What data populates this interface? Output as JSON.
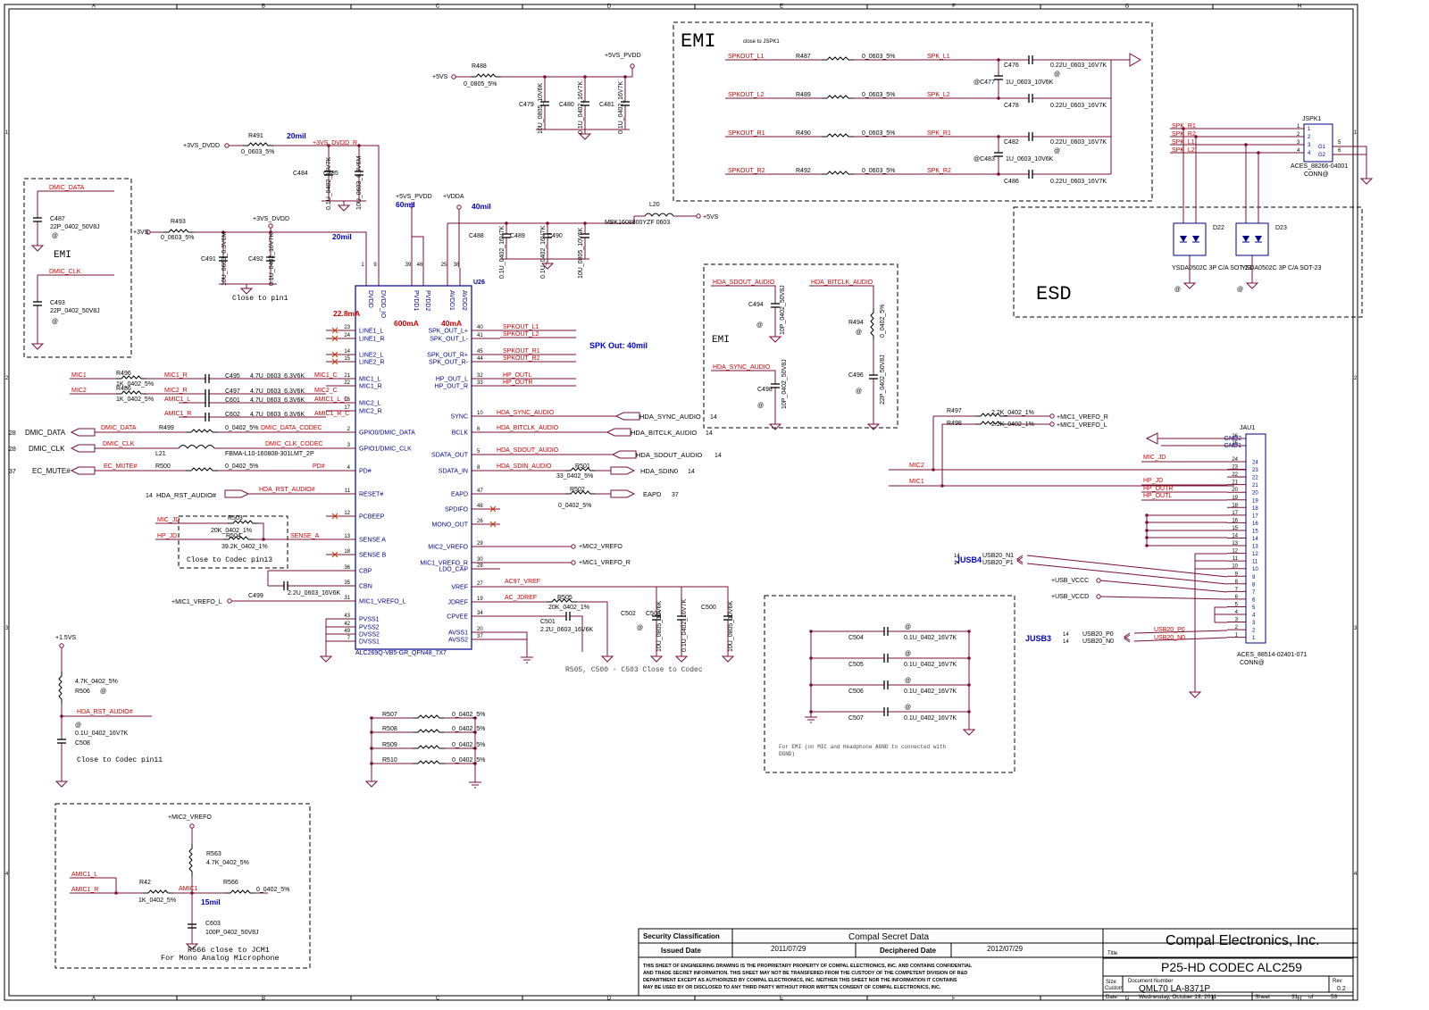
{
  "frame": {
    "columns": [
      "A",
      "B",
      "C",
      "D",
      "E",
      "F",
      "G",
      "H"
    ],
    "rows": [
      "1",
      "2",
      "3",
      "4"
    ]
  },
  "colors": {
    "wire": "#7a1030",
    "pin": "#00008b",
    "net": "#cc0000",
    "note": "#0000cc",
    "dash": "#000000"
  },
  "boxes": {
    "emi_top": {
      "title": "EMI",
      "note": "close to JSPK1"
    },
    "emi_left": {
      "title": "EMI"
    },
    "esd": {
      "title": "ESD"
    },
    "emi_mid": {
      "title": "EMI"
    }
  },
  "power": {
    "r488": {
      "ref": "R488",
      "val": "0_0805_5%",
      "in": "+5VS",
      "out": "+5VS_PVDD"
    },
    "r491": {
      "ref": "R491",
      "val": "0_0603_5%",
      "in": "+3VS_DVDD",
      "out": "+3VS_DVDD_R",
      "width": "20mil"
    },
    "r493": {
      "ref": "R493",
      "val": "0_0603_5%",
      "in": "+3VS",
      "out": "+3VS_DVDD",
      "width": "20mil"
    },
    "l20": {
      "ref": "L20",
      "val": "MBK1608800YZF 0603",
      "out": "+5VS",
      "width": "40mil"
    },
    "pvdd": {
      "label": "+5VS_PVDD",
      "width": "60mil"
    },
    "vdda": {
      "label": "+VDDA"
    },
    "caps_5v": [
      {
        "ref": "C479",
        "val": "10U_0805_10V6K"
      },
      {
        "ref": "C480",
        "val": "0.1U_0402_16V7K"
      },
      {
        "ref": "C481",
        "val": "0.1U_0402_16V7K"
      }
    ],
    "caps_dvdd": [
      {
        "ref": "C484",
        "val": "0.1U_0402_16V7K"
      },
      {
        "ref": "C485",
        "val": "10U_0603_6.3V6M"
      }
    ],
    "caps_3v": [
      {
        "ref": "C491",
        "val": "10U_0603_6.3V6M"
      },
      {
        "ref": "C492",
        "val": "0.1U_0402_16V7K"
      }
    ],
    "caps_vdda": [
      {
        "ref": "C488",
        "val": "0.1U_0402_16V7K"
      },
      {
        "ref": "C489",
        "val": "0.1U_0402_16V7K"
      },
      {
        "ref": "C490",
        "val": "10U_0805_10V6K"
      }
    ],
    "close_pin1": "Close to pin1"
  },
  "dmic": {
    "data": {
      "net": "DMIC_DATA",
      "cap_ref": "C487",
      "cap_val": "22P_0402_50V8J"
    },
    "clk": {
      "net": "DMIC_CLK",
      "cap_ref": "C493",
      "cap_val": "22P_0402_50V8J"
    },
    "at": "@"
  },
  "spk": {
    "rows": [
      {
        "in": "SPKOUT_L1",
        "ref": "R487",
        "val": "0_0603_5%",
        "out": "SPK_L1",
        "cap_ref": "C476",
        "cap_val": "0.22U_0603_16V7K"
      },
      {
        "in": "SPKOUT_L2",
        "ref": "R489",
        "val": "0_0603_5%",
        "out": "SPK_L2",
        "cap_ref": "C478",
        "cap_val": "0.22U_0603_16V7K"
      },
      {
        "in": "SPKOUT_R1",
        "ref": "R490",
        "val": "0_0603_5%",
        "out": "SPK_R1",
        "cap_ref": "C482",
        "cap_val": "0.22U_0603_16V7K"
      },
      {
        "in": "SPKOUT_R2",
        "ref": "R492",
        "val": "0_0603_5%",
        "out": "SPK_R2",
        "cap_ref": "C486",
        "cap_val": "0.22U_0603_16V7K"
      }
    ],
    "mid_caps": [
      {
        "ref": "@C477",
        "val": "1U_0603_10V6K"
      },
      {
        "ref": "@C483",
        "val": "1U_0603_10V6K"
      }
    ]
  },
  "jspk": {
    "ref": "JSPK1",
    "nets": [
      "SPK_R1",
      "SPK_R2",
      "SPK_L1",
      "SPK_L2"
    ],
    "pins": [
      "1",
      "2",
      "3",
      "4"
    ],
    "g": [
      "G1",
      "G2"
    ],
    "gpins": [
      "5",
      "6"
    ],
    "part": "ACES_88266-04001",
    "conn": "CONN@"
  },
  "esd": {
    "d22": {
      "ref": "D22",
      "part": "YSDA0502C 3P C/A SOT-23"
    },
    "d23": {
      "ref": "D23",
      "part": "YSDA0502C 3P C/A SOT-23"
    }
  },
  "codec": {
    "ref": "U26",
    "part": "ALC269Q-VB5-GR_QFN48_7X7",
    "top_pins": [
      {
        "name": "DVDD",
        "num": "1"
      },
      {
        "name": "DVDD_IO",
        "num": "9"
      },
      {
        "name": "PVDD1",
        "num": "39"
      },
      {
        "name": "PVDD2",
        "num": "46"
      },
      {
        "name": "AVDD1",
        "num": "25"
      },
      {
        "name": "AVDD2",
        "num": "38"
      }
    ],
    "currents": {
      "dvdd": "22.8mA",
      "pvdd": "600mA",
      "avdd": "40mA"
    },
    "left_pins": [
      {
        "num": "23",
        "name": "LINE1_L"
      },
      {
        "num": "24",
        "name": "LINE1_R"
      },
      {
        "num": "14",
        "name": "LINE2_L"
      },
      {
        "num": "15",
        "name": "LINE2_R"
      },
      {
        "num": "21",
        "name": "MIC1_L"
      },
      {
        "num": "22",
        "name": "MIC1_R"
      },
      {
        "num": "16",
        "name": "MIC2_L"
      },
      {
        "num": "17",
        "name": "MIC2_R"
      },
      {
        "num": "2",
        "name": "GPIO0/DMIC_DATA"
      },
      {
        "num": "3",
        "name": "GPIO1/DMIC_CLK"
      },
      {
        "num": "4",
        "name": "PD#"
      },
      {
        "num": "11",
        "name": "RESET#"
      },
      {
        "num": "12",
        "name": "PCBEEP"
      },
      {
        "num": "13",
        "name": "SENSE A"
      },
      {
        "num": "18",
        "name": "SENSE B"
      },
      {
        "num": "36",
        "name": "CBP"
      },
      {
        "num": "35",
        "name": "CBN"
      },
      {
        "num": "31",
        "name": "MIC1_VREFO_L"
      },
      {
        "num": "43",
        "name": "PVSS1"
      },
      {
        "num": "42",
        "name": "PVSS2"
      },
      {
        "num": "49",
        "name": "DVSS2"
      },
      {
        "num": "7",
        "name": "DVSS1"
      }
    ],
    "right_pins": [
      {
        "num": "40",
        "name": "SPK_OUT_L+"
      },
      {
        "num": "41",
        "name": "SPK_OUT_L-"
      },
      {
        "num": "45",
        "name": "SPK_OUT_R+"
      },
      {
        "num": "44",
        "name": "SPK_OUT_R-"
      },
      {
        "num": "32",
        "name": "HP_OUT_L"
      },
      {
        "num": "33",
        "name": "HP_OUT_R"
      },
      {
        "num": "10",
        "name": "SYNC"
      },
      {
        "num": "6",
        "name": "BCLK"
      },
      {
        "num": "5",
        "name": "SDATA_OUT"
      },
      {
        "num": "8",
        "name": "SDATA_IN"
      },
      {
        "num": "47",
        "name": "EAPD"
      },
      {
        "num": "48",
        "name": "SPDIFO"
      },
      {
        "num": "26",
        "name": "MONO_OUT"
      },
      {
        "num": "29",
        "name": "MIC2_VREFO"
      },
      {
        "num": "30",
        "name": "MIC1_VREFO_R"
      },
      {
        "num": "28",
        "name": "LDO_CAP"
      },
      {
        "num": "27",
        "name": "VREF"
      },
      {
        "num": "19",
        "name": "JDREF"
      },
      {
        "num": "34",
        "name": "CPVEE"
      },
      {
        "num": "20",
        "name": "AVSS1"
      },
      {
        "num": "37",
        "name": "AVSS2"
      }
    ],
    "right_nets": [
      "SPKOUT_L1",
      "SPKOUT_L2",
      "SPKOUT_R1",
      "SPKOUT_R2",
      "HP_OUTL",
      "HP_OUTR"
    ],
    "spk_note": "SPK Out: 40mil"
  },
  "left_side": {
    "mic_rows": [
      {
        "in": "MIC1",
        "rref": "R496",
        "rval": "1K_0402_5%",
        "net": "MIC1_R",
        "cref": "C495",
        "cval": "4.7U_0603_6.3V6K",
        "out": "MIC1_C"
      },
      {
        "in": "MIC2",
        "rref": "R486",
        "rval": "1K_0402_5%",
        "net": "MIC2_R",
        "cref": "C497",
        "cval": "4.7U_0603_6.3V6K",
        "out": "MIC2_C"
      },
      {
        "in": "",
        "rref": "",
        "rval": "",
        "net": "AMIC1_L",
        "cref": "C601",
        "cval": "4.7U_0603_6.3V6K",
        "out": "AMIC1_L_C"
      },
      {
        "in": "",
        "rref": "",
        "rval": "",
        "net": "AMIC1_R",
        "cref": "C602",
        "cval": "4.7U_0603_6.3V6K",
        "out": "AMIC1_R_C"
      }
    ],
    "dmic_data": {
      "page": "28",
      "net": "DMIC_DATA",
      "ref": "R499",
      "val": "0_0402_5%",
      "out": "DMIC_DATA_CODEC"
    },
    "dmic_clk": {
      "page": "28",
      "net": "DMIC_CLK",
      "ref": "L21",
      "val": "FBMA-L10-160808-301LMT_2P",
      "out": "DMIC_CLK_CODEC"
    },
    "ec_mute": {
      "page": "37",
      "net": "EC_MUTE#",
      "ref": "R500",
      "val": "0_0402_5%",
      "out": "PD#"
    },
    "rst": {
      "page": "14",
      "net": "HDA_RST_AUDIO#"
    },
    "sense": {
      "mic_jd": "MIC_JD",
      "hp_jd": "HP_JD",
      "r503": {
        "ref": "R503",
        "val": "20K_0402_1%"
      },
      "r504": {
        "ref": "R504",
        "val": "39.2K_0402_1%"
      },
      "out": "SENSE_A",
      "note": "Close to Codec pin13"
    },
    "c499": {
      "ref": "C499",
      "val": "2.2U_0603_16V6K"
    },
    "vrefo_l": "+MIC1_VREFO_L"
  },
  "right_side": {
    "sync": {
      "net": "HDA_SYNC_AUDIO",
      "port": "HDA_SYNC_AUDIO",
      "page": "14"
    },
    "bclk": {
      "net": "HDA_BITCLK_AUDIO",
      "port": "HDA_BITCLK_AUDIO",
      "page": "14"
    },
    "sdout": {
      "net": "HDA_SDOUT_AUDIO",
      "port": "HDA_SDOUT_AUDIO",
      "page": "14"
    },
    "sdin": {
      "net": "HDA_SDIN_AUDIO",
      "ref": "R501",
      "val": "33_0402_5%",
      "port": "HDA_SDIN0",
      "page": "14"
    },
    "eapd": {
      "ref": "R502",
      "val": "0_0402_5%",
      "port": "EAPD",
      "page": "37"
    },
    "mic2_vrefo": "+MIC2_VREFO",
    "mic1_vrefo_r": "+MIC1_VREFO_R",
    "ac97": "AC97_VREF",
    "ac_jdref": "AC_JDREF",
    "r505": {
      "ref": "R505",
      "val": "20K_0402_1%"
    },
    "c501": {
      "ref": "C501",
      "val": "2.2U_0603_16V6K"
    },
    "c502": {
      "ref": "C502",
      "val": "10U_0805_10V6K"
    },
    "c503": {
      "ref": "C503",
      "val": "0.1U_0402_16V7K"
    },
    "c500": {
      "ref": "C500",
      "val": "10U_0805_10V6K"
    },
    "note": "R505, C500 - C503 Close to Codec"
  },
  "emi_mid": {
    "sdout_net": "HDA_SDOUT_AUDIO",
    "bitclk_net": "HDA_BITCLK_AUDIO",
    "sync_net": "HDA_SYNC_AUDIO",
    "c494": {
      "ref": "C494",
      "val": "10P_0402_50V8J"
    },
    "r494": {
      "ref": "R494",
      "val": "0_0402_5%"
    },
    "c496": {
      "ref": "C496",
      "val": "22P_0402_50V8J"
    },
    "c498": {
      "ref": "C498",
      "val": "10P_0402_50V8J"
    }
  },
  "vrefo": {
    "r497": {
      "ref": "R497",
      "val": "2.2K_0402_1%",
      "out": "+MIC1_VREFO_R"
    },
    "r498": {
      "ref": "R498",
      "val": "2.2K_0402_1%",
      "out": "+MIC1_VREFO_L"
    },
    "mic2": "MIC2",
    "mic1": "MIC1"
  },
  "jau1": {
    "ref": "JAU1",
    "gnd": [
      "GND2",
      "GND1"
    ],
    "gnd_pins": [
      "26",
      "25"
    ],
    "pins": [
      "24",
      "23",
      "22",
      "21",
      "20",
      "19",
      "18",
      "17",
      "16",
      "15",
      "14",
      "13",
      "12",
      "11",
      "10",
      "9",
      "8",
      "7",
      "6",
      "5",
      "4",
      "3",
      "2",
      "1"
    ],
    "nets": {
      "mic_jd": "MIC_JD",
      "hp_jd": "HP_JD",
      "hp_outr": "HP_OUTR",
      "hp_outl": "HP_OUTL"
    },
    "part": "ACES_88514-02401-071",
    "conn": "CONN@"
  },
  "usb": {
    "jusb4": {
      "title": "JUSB4",
      "page": "14",
      "n1": "USB20_N1",
      "p1": "USB20_P1"
    },
    "vcc1": "+USB_VCCC",
    "vcc2": "+USB_VCCD",
    "jusb3": {
      "title": "JUSB3",
      "page": "14",
      "p0": "USB20_P0",
      "n0": "USB20_N0",
      "netp": "USB20_P0",
      "netn": "USB20_N0"
    }
  },
  "gnd_caps": {
    "caps": [
      {
        "ref": "C504",
        "val": "0.1U_0402_16V7K"
      },
      {
        "ref": "C505",
        "val": "0.1U_0402_16V7K"
      },
      {
        "ref": "C506",
        "val": "0.1U_0402_16V7K"
      },
      {
        "ref": "C507",
        "val": "0.1U_0402_16V7K"
      }
    ],
    "note1": "For EMI (on MIC and Headphone AGND to connected with",
    "note2": "DGND)"
  },
  "bottom_res": [
    {
      "ref": "R507",
      "val": "0_0402_5%"
    },
    {
      "ref": "R508",
      "val": "0_0402_5%"
    },
    {
      "ref": "R509",
      "val": "0_0402_5%"
    },
    {
      "ref": "R510",
      "val": "0_0402_5%"
    }
  ],
  "reset_pull": {
    "supply": "+1.5VS",
    "r506": {
      "ref": "R506",
      "val": "4.7K_0402_5%"
    },
    "net": "HDA_RST_AUDIO#",
    "c508": {
      "ref": "C508",
      "val": "0.1U_0402_16V7K"
    },
    "note": "Close to Codec pin11"
  },
  "amic": {
    "supply": "+MIC2_VREFO",
    "r563": {
      "ref": "R563",
      "val": "4.7K_0402_5%"
    },
    "amic_l": "AMIC1_L",
    "amic_r": "AMIC1_R",
    "r42": {
      "ref": "R42",
      "val": "1K_0402_5%"
    },
    "amic1": "AMIC1",
    "r566": {
      "ref": "R566",
      "val": "0_0402_5%"
    },
    "width": "15mil",
    "c603": {
      "ref": "C603",
      "val": "100P_0402_50V8J"
    },
    "note1": "R566 close to JCM1",
    "note2": "For Mono Analog Microphone"
  },
  "title_block": {
    "security_label": "Security Classification",
    "security_val": "Compal Secret Data",
    "issued_label": "Issued Date",
    "issued_val": "2011/07/29",
    "deciphered_label": "Deciphered Date",
    "deciphered_val": "2012/07/29",
    "company": "Compal Electronics, Inc.",
    "title_label": "Title",
    "title": "P25-HD CODEC ALC259",
    "size_label": "Size",
    "size_val": "Custom",
    "docnum_label": "Document Number",
    "docnum": "QML70 LA-8371P",
    "rev_label": "Rev",
    "rev": "0.2",
    "date_label": "Date:",
    "date": "Wednesday, October 19, 2011",
    "sheet_label": "Sheet",
    "sheet": "31",
    "of_label": "of",
    "total": "53",
    "disclaimer": [
      "THIS SHEET OF ENGINEERING DRAWING IS THE PROPRIETARY PROPERTY OF COMPAL ELECTRONICS, INC. AND CONTAINS CONFIDENTIAL",
      "AND TRADE SECRET INFORMATION. THIS SHEET MAY NOT BE TRANSFERED FROM THE CUSTODY OF THE COMPETENT DIVISION OF R&D",
      "DEPARTMENT EXCEPT AS AUTHORIZED BY COMPAL ELECTRONICS, INC. NEITHER THIS SHEET NOR THE INFORMATION IT CONTAINS",
      "MAY BE USED BY OR DISCLOSED TO ANY THIRD PARTY WITHOUT PRIOR WRITTEN CONSENT OF COMPAL ELECTRONICS, INC."
    ]
  }
}
